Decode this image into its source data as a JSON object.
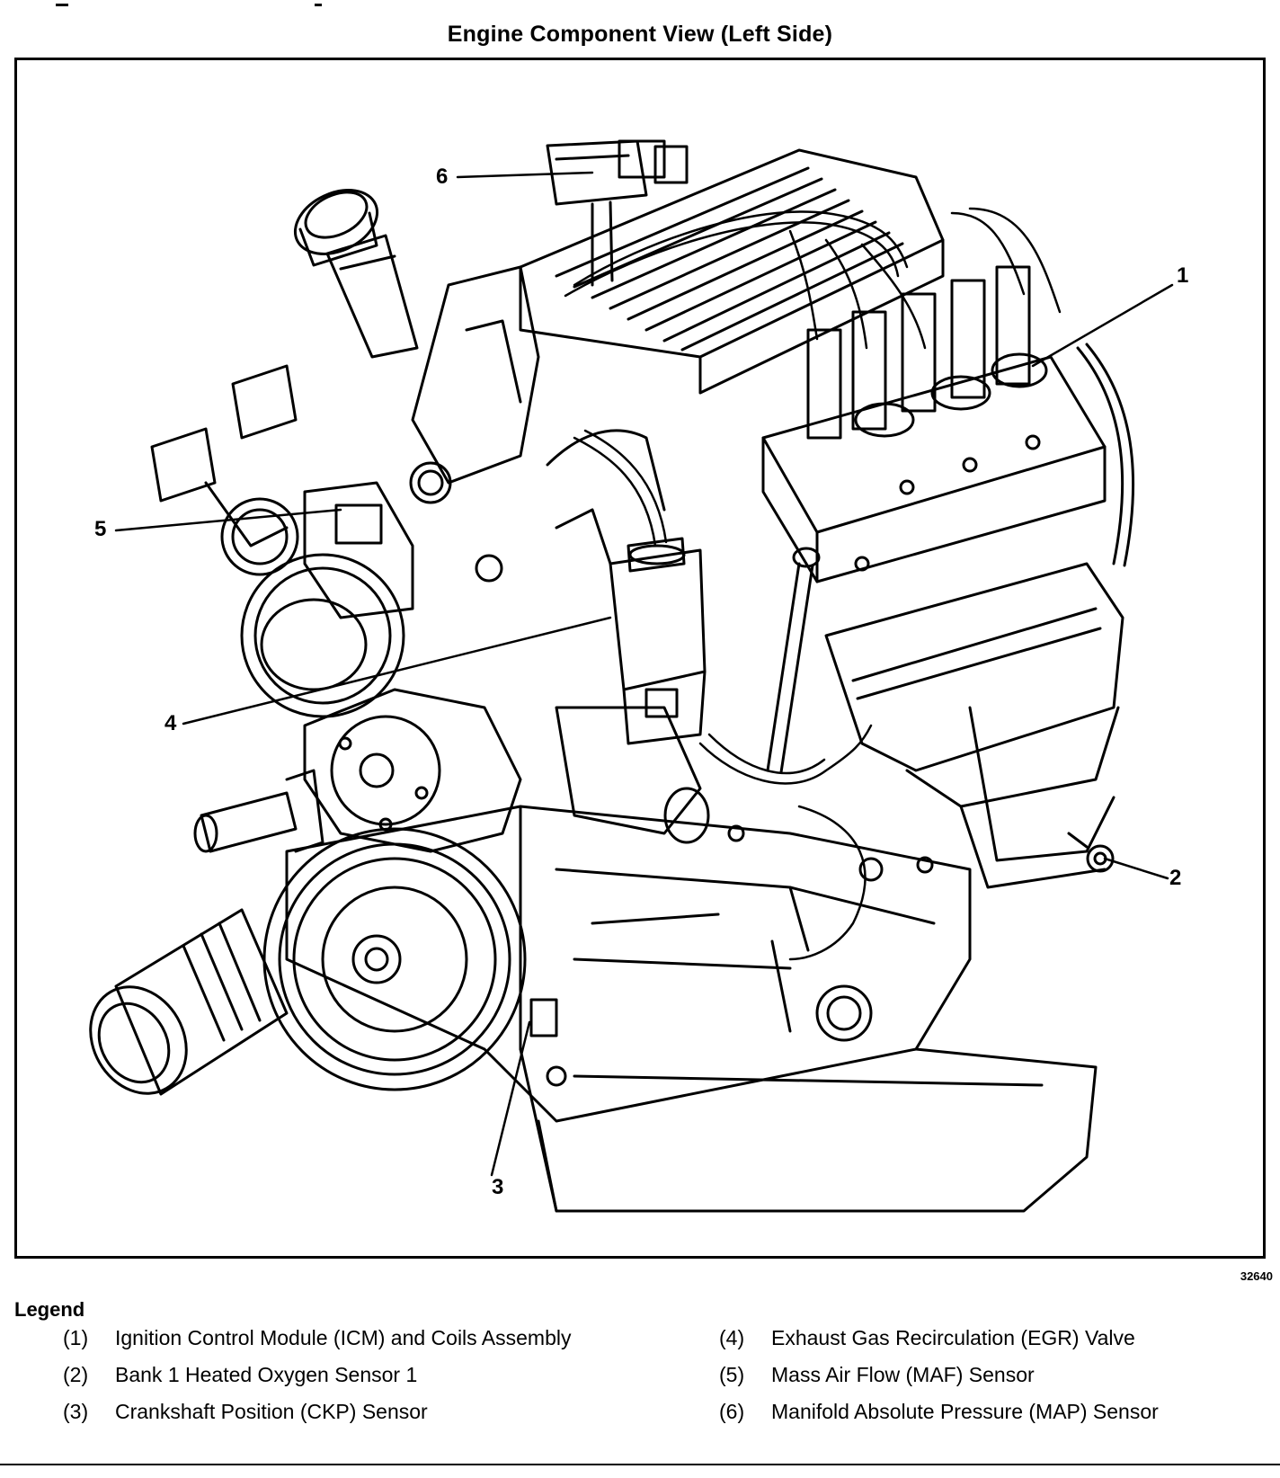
{
  "figure": {
    "title": "Engine Component View (Left Side)",
    "figure_number": "32640"
  },
  "callouts": [
    {
      "number": "1"
    },
    {
      "number": "2"
    },
    {
      "number": "3"
    },
    {
      "number": "4"
    },
    {
      "number": "5"
    },
    {
      "number": "6"
    }
  ],
  "legend": {
    "heading": "Legend",
    "items": [
      {
        "num": "(1)",
        "text": "Ignition Control Module (ICM) and Coils Assembly"
      },
      {
        "num": "(2)",
        "text": "Bank 1 Heated Oxygen Sensor 1"
      },
      {
        "num": "(3)",
        "text": "Crankshaft Position (CKP) Sensor"
      },
      {
        "num": "(4)",
        "text": "Exhaust Gas Recirculation (EGR) Valve"
      },
      {
        "num": "(5)",
        "text": "Mass Air Flow (MAF) Sensor"
      },
      {
        "num": "(6)",
        "text": "Manifold Absolute Pressure (MAP) Sensor"
      }
    ]
  }
}
